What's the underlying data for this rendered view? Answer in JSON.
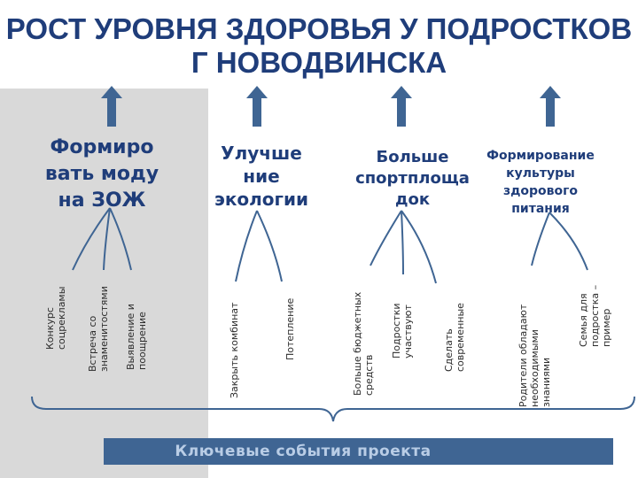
{
  "title": "РОСТ УРОВНЯ ЗДОРОВЬЯ У ПОДРОСТКОВ Г НОВОДВИНСКА",
  "colors": {
    "title": "#1f3d7a",
    "arrow": "#3f6593",
    "panel": "#d9d9d9",
    "banner": "#3f6593",
    "banner_text": "#b9cde6"
  },
  "goals": [
    {
      "label": "Формиро\nвать моду\nна ЗОЖ"
    },
    {
      "label": "Улучше\nние\nэкологии"
    },
    {
      "label": "Больше\nспортплоща\nдок"
    },
    {
      "label": "Формирование\nкультуры\nздорового\nпитания"
    }
  ],
  "events": [
    {
      "label": "Конкурс\nсоцрекламы"
    },
    {
      "label": "Встреча со\nзнаменитостями"
    },
    {
      "label": "Выявление и\nпоощрение"
    },
    {
      "label": "Закрыть комбинат"
    },
    {
      "label": "Потепление"
    },
    {
      "label": "Больше бюджетных\nсредств"
    },
    {
      "label": "Подростки\nучаствуют"
    },
    {
      "label": "Сделать\nсовременные"
    },
    {
      "label": "Родители обладают\nнеобходимыми\nзнаниями"
    },
    {
      "label": "Семья для\nподростка –\nпример"
    }
  ],
  "banner": {
    "label": "Ключевые события проекта"
  }
}
